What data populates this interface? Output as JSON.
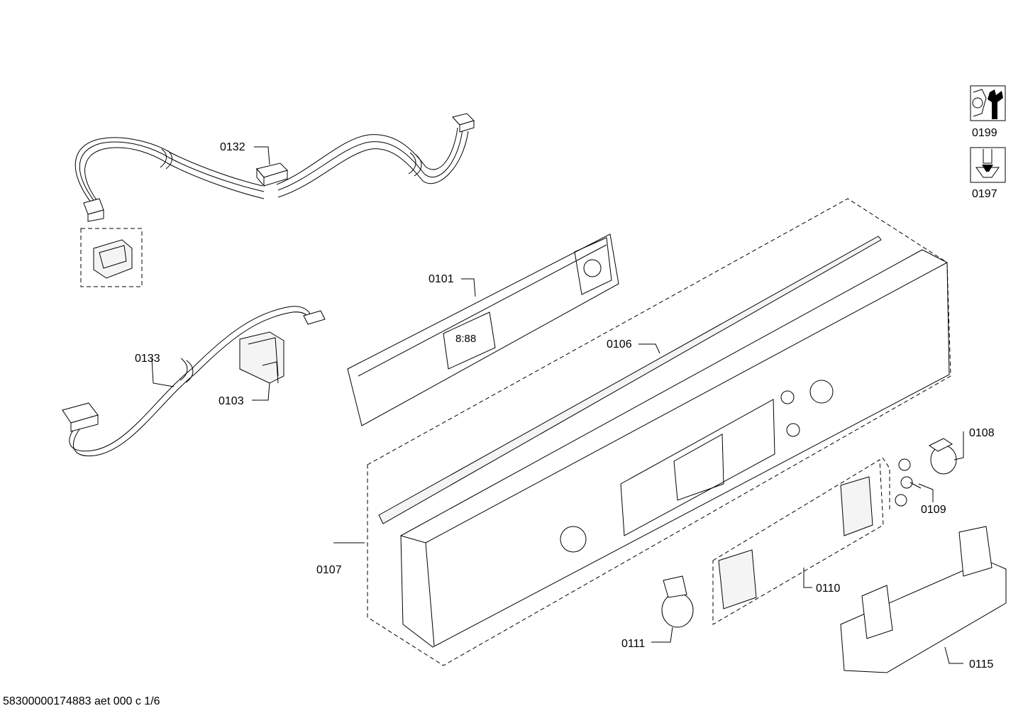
{
  "callouts": {
    "c0132": "0132",
    "c0101": "0101",
    "c0106": "0106",
    "c0133": "0133",
    "c0103": "0103",
    "c0107": "0107",
    "c0108": "0108",
    "c0109": "0109",
    "c0110": "0110",
    "c0111": "0111",
    "c0115": "0115"
  },
  "tool_icons": [
    {
      "label": "0199",
      "icon": "wrench-nut-icon"
    },
    {
      "label": "0197",
      "icon": "screwdriver-icon"
    }
  ],
  "footer": "58300000174883 aet 000 c 1/6"
}
